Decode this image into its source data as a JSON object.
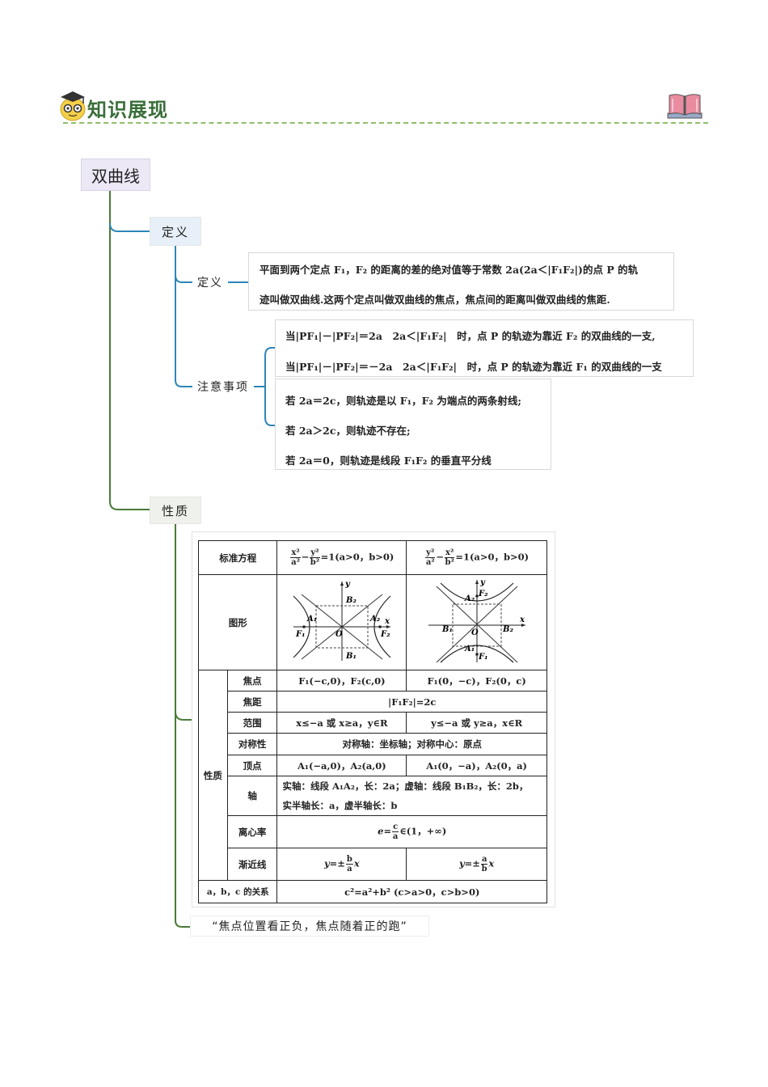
{
  "header": {
    "title": "知识展现"
  },
  "root": {
    "label": "双曲线"
  },
  "definition": {
    "label": "定义",
    "sub_label": "定义",
    "text_lines": [
      "平面到两个定点 F₁，F₂ 的距离的差的绝对值等于常数 2a(2a＜|F₁F₂|)的点 P 的轨",
      "迹叫做双曲线.这两个定点叫做双曲线的焦点，焦点间的距离叫做双曲线的焦距."
    ],
    "notes_label": "注意事项",
    "notes_a": [
      "当|PF₁|－|PF₂|＝2a　2a＜|F₁F₂|　时，点 P 的轨迹为靠近 F₂ 的双曲线的一支,",
      "当|PF₁|－|PF₂|＝－2a　2a＜|F₁F₂|　时，点 P 的轨迹为靠近 F₁ 的双曲线的一支"
    ],
    "notes_b": [
      "若 2a＝2c，则轨迹是以 F₁，F₂ 为端点的两条射线;",
      "若 2a＞2c，则轨迹不存在;",
      "若 2a＝0，则轨迹是线段 F₁F₂ 的垂直平分线"
    ]
  },
  "properties": {
    "label": "性质",
    "table": {
      "std_eq_label": "标准方程",
      "eq1_rhs": "=1(a>0，b>0)",
      "eq2_rhs": "=1(a>0，b>0)",
      "graph_label": "图形",
      "group_label": "性质",
      "focus_label": "焦点",
      "focus1": "F₁(−c,0)，F₂(c,0)",
      "focus2": "F₁(0，−c)，F₂(0，c)",
      "focal_len_label": "焦距",
      "focal_len": "|F₁F₂|=2c",
      "range_label": "范围",
      "range1": "x≤−a 或 x≥a，y∈R",
      "range2": "y≤−a 或 y≥a，x∈R",
      "sym_label": "对称性",
      "sym": "对称轴：坐标轴；对称中心：原点",
      "vertex_label": "顶点",
      "vertex1": "A₁(−a,0)，A₂(a,0)",
      "vertex2": "A₁(0，−a)，A₂(0，a)",
      "axis_label": "轴",
      "axis_line1": "实轴：线段 A₁A₂，长：2a；虚轴：线段 B₁B₂，长：2b，",
      "axis_line2": "实半轴长：a，虚半轴长：b",
      "ecc_label": "离心率",
      "ecc_rhs": "∈(1，+∞)",
      "asym_label": "渐近线",
      "abc_label": "a，b，c 的关系",
      "abc": "c²=a²+b² (c>a>0，c>b>0)"
    }
  },
  "quote": "“焦点位置看正负，焦点随着正的跑”"
}
